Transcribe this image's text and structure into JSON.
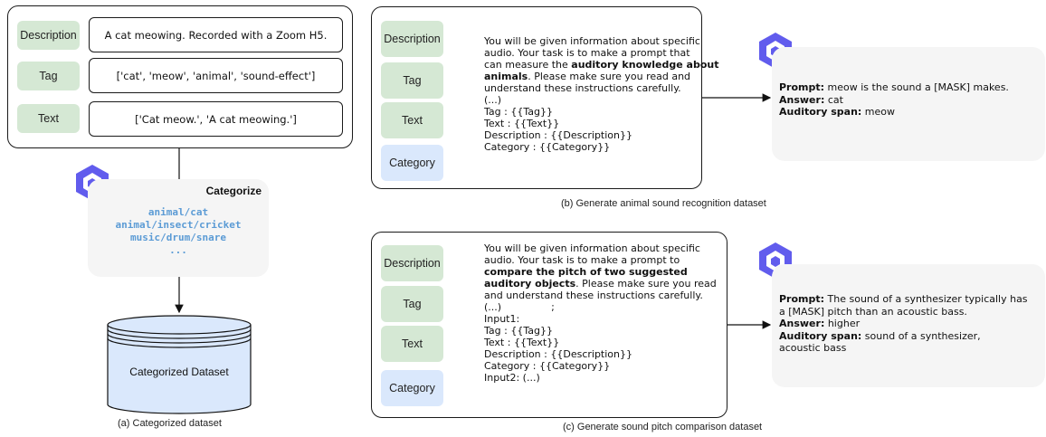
{
  "panel_a": {
    "rows": [
      {
        "label": "Description",
        "value": "A cat meowing. Recorded with a Zoom H5."
      },
      {
        "label": "Tag",
        "value": "['cat', 'meow', 'animal', 'sound-effect']"
      },
      {
        "label": "Text",
        "value": "['Cat meow.', 'A cat meowing.']"
      }
    ],
    "categorize_title": "Categorize",
    "categories": [
      "animal/cat",
      "animal/insect/cricket",
      "music/drum/snare",
      "..."
    ],
    "database_label": "Categorized Dataset",
    "caption": "(a) Categorized dataset"
  },
  "panel_b": {
    "labels": [
      "Description",
      "Tag",
      "Text",
      "Category"
    ],
    "prompt": {
      "l1": "You will be given information about specific",
      "l2": "audio. Your task is to make a prompt that",
      "l3_pre": "can measure the ",
      "l3_bold": "auditory knowledge about",
      "l4_bold": "animals",
      "l4_post": ". Please make sure you read and",
      "l5": "understand these instructions carefully.",
      "l6": "(...)",
      "l7": "Tag : {{Tag}}",
      "l8": "Text : {{Text}}",
      "l9": "Description : {{Description}}",
      "l10": "Category : {{Category}}"
    },
    "output": {
      "prompt_label": "Prompt:",
      "prompt_value": " meow is the sound a [MASK] makes.",
      "answer_label": "Answer:",
      "answer_value": " cat",
      "span_label": "Auditory span:",
      "span_value": " meow"
    },
    "caption": "(b) Generate animal sound recognition dataset"
  },
  "panel_c": {
    "labels": [
      "Description",
      "Tag",
      "Text",
      "Category"
    ],
    "prompt": {
      "l1": "You will be given information about specific",
      "l2": "audio. Your task is to make a prompt to",
      "l3_bold": "compare the pitch of two suggested",
      "l4_bold": "auditory objects",
      "l4_post": ". Please make sure you read",
      "l5": "and understand these instructions carefully.",
      "l6": "(...)",
      "l6_extra": ";",
      "l7": "Input1:",
      "l8": "Tag : {{Tag}}",
      "l9": "Text : {{Text}}",
      "l10": "Description : {{Description}}",
      "l11": "Category : {{Category}}",
      "l12": "Input2: (...)"
    },
    "output": {
      "prompt_label": "Prompt:",
      "prompt_value_1": " The sound of a synthesizer typically has",
      "prompt_value_2": "a [MASK] pitch than an acoustic bass.",
      "answer_label": "Answer:",
      "answer_value": " higher",
      "span_label": "Auditory span:",
      "span_value_1": " sound of a synthesizer,",
      "span_value_2": "acoustic bass"
    },
    "caption": "(c) Generate sound pitch comparison dataset"
  },
  "colors": {
    "green_label": "#d5e8d4",
    "blue_label": "#dae8fc",
    "gray_box": "#f5f5f5",
    "logo_purple": "#615ced",
    "category_text": "#5b9bd5",
    "database_fill": "#dae8fc"
  },
  "icons": [
    "llm-logo-icon",
    "database-icon",
    "arrow-icon"
  ]
}
